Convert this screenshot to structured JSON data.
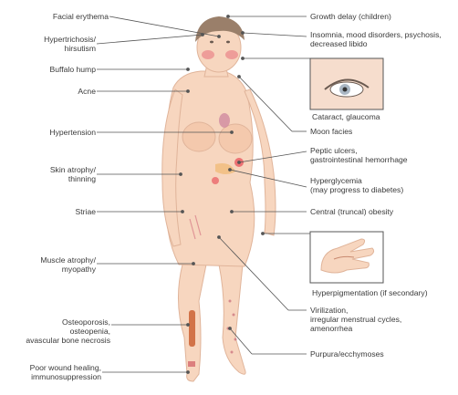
{
  "left_labels": [
    {
      "id": "facial-erythema",
      "lines": [
        "Facial erythema"
      ]
    },
    {
      "id": "hypertrichosis",
      "lines": [
        "Hypertrichosis/",
        "hirsutism"
      ]
    },
    {
      "id": "buffalo-hump",
      "lines": [
        "Buffalo hump"
      ]
    },
    {
      "id": "acne",
      "lines": [
        "Acne"
      ]
    },
    {
      "id": "hypertension",
      "lines": [
        "Hypertension"
      ]
    },
    {
      "id": "skin-atrophy",
      "lines": [
        "Skin atrophy/",
        "thinning"
      ]
    },
    {
      "id": "striae",
      "lines": [
        "Striae"
      ]
    },
    {
      "id": "muscle-atrophy",
      "lines": [
        "Muscle atrophy/",
        "myopathy"
      ]
    },
    {
      "id": "osteoporosis",
      "lines": [
        "Osteoporosis,",
        "osteopenia,",
        "avascular bone necrosis"
      ]
    },
    {
      "id": "wound-healing",
      "lines": [
        "Poor wound healing,",
        "immunosuppression"
      ]
    }
  ],
  "right_labels": [
    {
      "id": "growth-delay",
      "lines": [
        "Growth delay (children)"
      ]
    },
    {
      "id": "insomnia",
      "lines": [
        "Insomnia, mood disorders, psychosis,",
        "decreased libido"
      ]
    },
    {
      "id": "cataract",
      "lines": [
        "Cataract, glaucoma"
      ]
    },
    {
      "id": "moon-facies",
      "lines": [
        "Moon facies"
      ]
    },
    {
      "id": "peptic-ulcers",
      "lines": [
        "Peptic ulcers,",
        "gastrointestinal hemorrhage"
      ]
    },
    {
      "id": "hyperglycemia",
      "lines": [
        "Hyperglycemia",
        "(may progress to diabetes)"
      ]
    },
    {
      "id": "central-obesity",
      "lines": [
        "Central (truncal) obesity"
      ]
    },
    {
      "id": "hyperpigmentation",
      "lines": [
        "Hyperpigmentation (if secondary)"
      ]
    },
    {
      "id": "virilization",
      "lines": [
        "Virilization,",
        "irregular menstrual cycles,",
        "amenorrhea"
      ]
    },
    {
      "id": "purpura",
      "lines": [
        "Purpura/ecchymoses"
      ]
    }
  ],
  "colors": {
    "skin": "#f7d6bf",
    "skin_edge": "#e0b49a",
    "hair": "#9a7f6a",
    "leader": "#555555",
    "rash": "#e8707a",
    "inset_bg": "#f6ddcd"
  }
}
